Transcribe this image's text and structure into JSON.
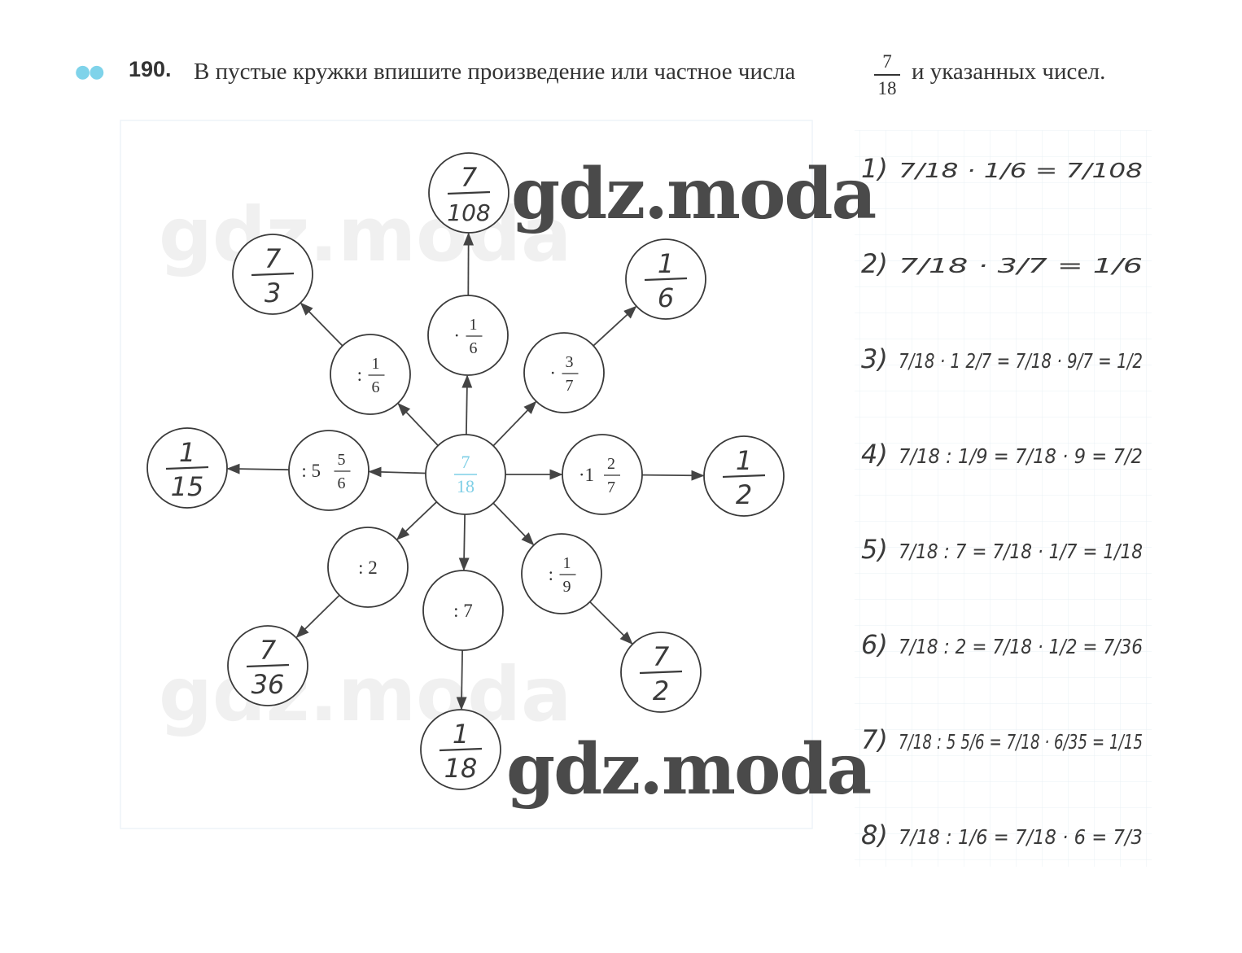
{
  "task": {
    "number": "190.",
    "text_before": "В пустые кружки впишите произведение или частное числа",
    "fraction": {
      "num": "7",
      "den": "18"
    },
    "text_after": "и указанных чисел."
  },
  "watermark": "gdz.moda",
  "center": {
    "num": "7",
    "den": "18"
  },
  "operators": [
    {
      "prefix": "·",
      "num": "1",
      "den": "6"
    },
    {
      "prefix": "·",
      "num": "3",
      "den": "7"
    },
    {
      "prefix": "·1",
      "num": "2",
      "den": "7"
    },
    {
      "prefix": ":",
      "num": "1",
      "den": "9"
    },
    {
      "prefix": ": 7"
    },
    {
      "prefix": ": 2"
    },
    {
      "prefix": ": 5",
      "num": "5",
      "den": "6"
    },
    {
      "prefix": ":",
      "num": "1",
      "den": "6"
    }
  ],
  "results": [
    {
      "num": "7",
      "den": "108"
    },
    {
      "num": "1",
      "den": "6"
    },
    {
      "num": "1",
      "den": "2"
    },
    {
      "num": "7",
      "den": "2"
    },
    {
      "num": "1",
      "den": "18"
    },
    {
      "num": "7",
      "den": "36"
    },
    {
      "num": "1",
      "den": "15"
    },
    {
      "num": "7",
      "den": "3"
    }
  ],
  "solutions": [
    {
      "label": "1)",
      "expr": "7/18 · 1/6 = 7/108"
    },
    {
      "label": "2)",
      "expr": "7/18 · 3/7 = 1/6"
    },
    {
      "label": "3)",
      "expr": "7/18 · 1 2/7 = 7/18 · 9/7 = 1/2"
    },
    {
      "label": "4)",
      "expr": "7/18 : 1/9 = 7/18 · 9 = 7/2"
    },
    {
      "label": "5)",
      "expr": "7/18 : 7 = 7/18 · 1/7 = 1/18"
    },
    {
      "label": "6)",
      "expr": "7/18 : 2 = 7/18 · 1/2 = 7/36"
    },
    {
      "label": "7)",
      "expr": "7/18 : 5 5/6 = 7/18 · 6/35 = 1/15"
    },
    {
      "label": "8)",
      "expr": "7/18 : 1/6 = 7/18 · 6 = 7/3"
    }
  ],
  "colors": {
    "ink": "#333333",
    "center_text": "#7fcfe6",
    "handwriting": "#3a3a3a",
    "grid": "#e8f1f6"
  }
}
